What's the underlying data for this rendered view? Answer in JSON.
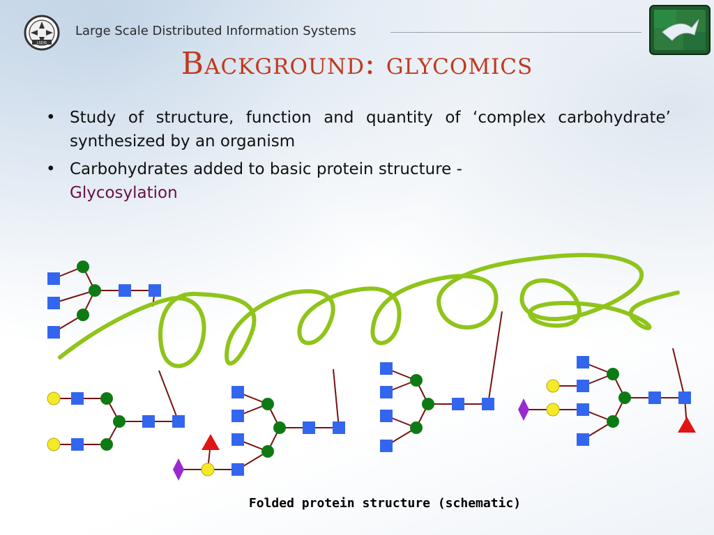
{
  "header": {
    "org_name": "Large Scale Distributed Information Systems",
    "logo_text": "LSDIS"
  },
  "slide": {
    "title": "Background: glycomics",
    "bullets": [
      {
        "text": "Study of structure, function and quantity of ‘complex carbohydrate’ synthesized by an organism",
        "accent": ""
      },
      {
        "text": "Carbohydrates added to basic protein structure - ",
        "accent": "Glycosylation"
      }
    ]
  },
  "diagram": {
    "caption": "Folded protein structure (schematic)",
    "colors": {
      "backbone": "#8fc41a",
      "link": "#7a1010",
      "square": "#3366ee",
      "circle_green": "#0e7a14",
      "circle_yellow": "#f5ea2a",
      "triangle": "#e01515",
      "diamond": "#9a2ad0"
    }
  }
}
